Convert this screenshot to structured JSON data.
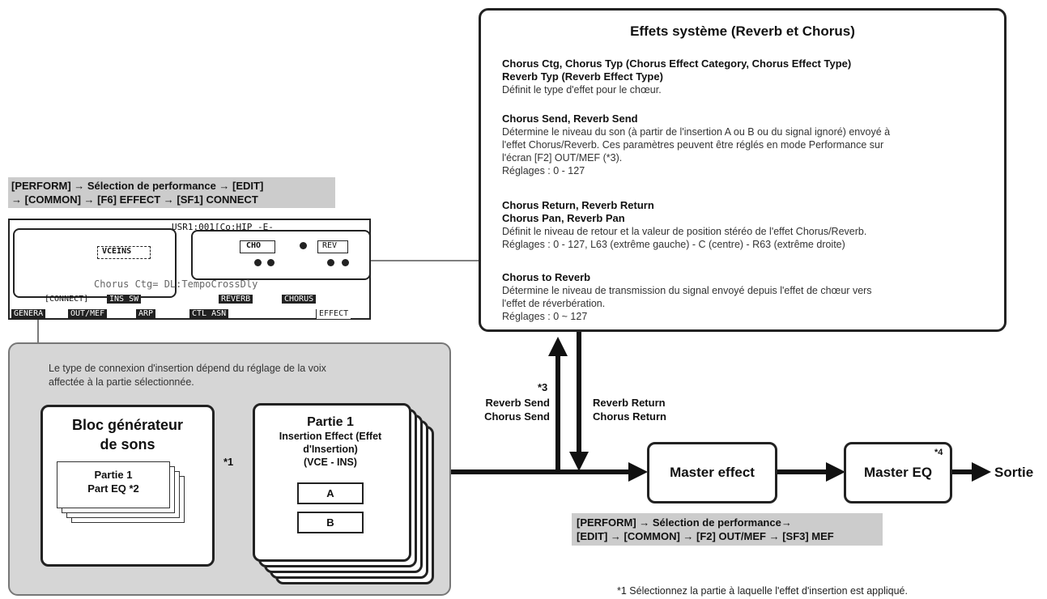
{
  "system_effects": {
    "title": "Effets système (Reverb et Chorus)",
    "sections": [
      {
        "heading_lines": [
          "Chorus Ctg, Chorus Typ (Chorus Effect Category, Chorus Effect Type)",
          "Reverb Typ (Reverb Effect Type)"
        ],
        "text_lines": [
          "Définit le type d'effet pour le chœur."
        ]
      },
      {
        "heading_lines": [
          "Chorus Send, Reverb Send"
        ],
        "text_lines": [
          "Détermine le niveau du son (à partir de l'insertion A ou B ou du signal ignoré) envoyé à",
          "l'effet Chorus/Reverb. Ces paramètres peuvent être réglés en mode Performance sur",
          "l'écran [F2] OUT/MEF (*3).",
          "Réglages : 0 - 127"
        ]
      },
      {
        "heading_lines": [
          "Chorus Return, Reverb Return",
          "Chorus Pan, Reverb Pan"
        ],
        "text_lines": [
          "Définit le niveau de retour et la valeur de position stéréo de l'effet Chorus/Reverb.",
          "Réglages : 0 - 127, L63 (extrême gauche) - C (centre) - R63 (extrême droite)"
        ]
      },
      {
        "heading_lines": [
          "Chorus to Reverb"
        ],
        "text_lines": [
          "Détermine le niveau de transmission du signal envoyé depuis l'effet de chœur vers",
          "l'effet de réverbération.",
          "Réglages : 0 ~ 127"
        ]
      }
    ]
  },
  "nav_connect": {
    "lines": [
      "[PERFORM] → Sélection de performance → [EDIT]",
      "→ [COMMON] → [F6] EFFECT → [SF1] CONNECT"
    ]
  },
  "lcd": {
    "header": "USR1:001[Co:HIP -E-",
    "vce_ins": "VCEINS",
    "cho": "CHO",
    "rev": "REV",
    "chorus_ctg": "Chorus Ctg= DL:TempoCrossDly",
    "connect_label": "[CONNECT]",
    "ins_sw": "INS SW",
    "reverb": "REVERB",
    "chorus": "CHORUS",
    "tabs": [
      "GENERA",
      "OUT/MEF",
      "ARP",
      "CTL ASN",
      "EFFECT"
    ]
  },
  "insertion_area": {
    "note_lines": [
      "Le type de connexion d'insertion dépend du réglage de la voix",
      "affectée à la partie sélectionnée."
    ],
    "tone_generator": {
      "title_lines": [
        "Bloc générateur",
        "de sons"
      ],
      "part_lines": [
        "Partie 1",
        "Part EQ *2"
      ]
    },
    "arrow_note": "*1",
    "insertion_block": {
      "title": "Partie 1",
      "subtitle_lines": [
        "Insertion Effect (Effet",
        "d'Insertion)",
        "(VCE - INS)"
      ],
      "slots": [
        "A",
        "B"
      ]
    }
  },
  "signal_flow": {
    "send_note": "*3",
    "send_lines": [
      "Reverb Send",
      "Chorus Send"
    ],
    "return_lines": [
      "Reverb Return",
      "Chorus Return"
    ],
    "master_effect": "Master effect",
    "master_eq": "Master EQ",
    "master_eq_note": "*4",
    "output": "Sortie"
  },
  "nav_mef": {
    "lines": [
      "[PERFORM] → Sélection de performance→",
      "[EDIT] → [COMMON] → [F2] OUT/MEF → [SF3] MEF"
    ]
  },
  "footnote": "*1  Sélectionnez la partie à laquelle l'effet d'insertion est appliqué."
}
